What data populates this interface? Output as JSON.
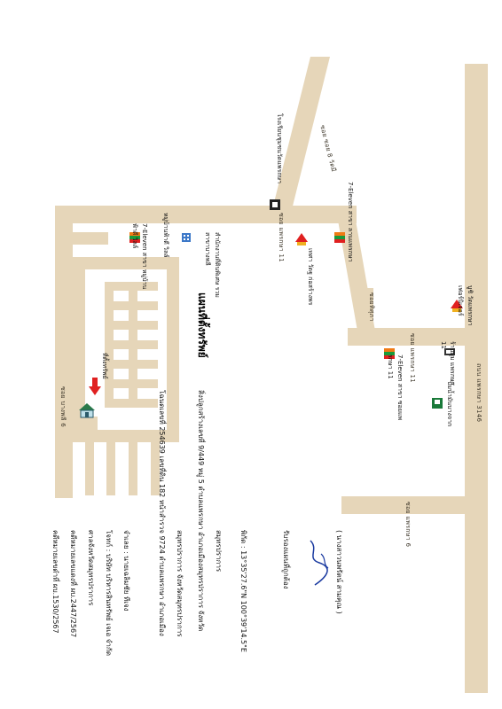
{
  "title": "แผนที่ตั้งทรัพย์",
  "case_info": {
    "case1": "คดีหมายเลขดำที่ ผบ.1530/2567",
    "case2": "คดีหมายเลขแดงที่ ผบ.2447/2567",
    "court": "ศาลจังหวัดสมุทรปราการ",
    "plaintiff": "โจทก์ : บริษัท บริหารสินทรัพย์ เจเอ จำกัด",
    "defendant": "จำเลย : นายเฉลิมชัย ทีเจง"
  },
  "deed": {
    "line1": "โฉนดเลขที่ 254639 เลขที่ดิน 182 หน้าสำรวจ 9724 ตำบลแพรกษา อำเภอเมือง",
    "line2": "สมุทรปราการ จังหวัดสมุทรปราการ",
    "line3": "สิ่งปลูกสร้างเลขที่ 9/449 หมู่ 5 ตำบลแพรกษา อำเภอเมืองสมุทรปราการ จังหวัด",
    "line4": "สมุทรปราการ",
    "coords": "พิกัด : 13°35'27.6\"N 100°39'14.5\"E"
  },
  "certify": {
    "text": "รับรองแผนที่ถูกต้อง",
    "name": "( นางสาวนพรัตน์ สามคุณ )"
  },
  "roads": {
    "soi11_top": "ซอย แพรกษา 11",
    "soi11_mid": "ซอย แพรกษา 11",
    "soi6": "ซอย แพรกษา 6",
    "soi8": "ซอย ซอย 8 วัดมี",
    "main_road": "ถนน แพรกษา 3146",
    "moo_village": "ซอย บางพลี 6",
    "soi_tidsupa": "ซอยทิศุภา"
  },
  "landmarks": {
    "property": "ที่ตั้งทรัพย์",
    "school": "โรงเรียนชุมชนวัดแพรกษา",
    "seven_top": "7-Eleven สาขา ลานแพรกษา",
    "wat": "เทศา วัดฐ ก่อสร้างพร",
    "seven_left": "7-Eleven สาขา หมู่บ้านฟ้าดี วิลล์",
    "village": "หมู่บ้านฟ้าดี วิลล์",
    "office": "สำนักงานที่ดินพิเศษ รวมสาขาบางพลี",
    "seven_mid": "7-Eleven สาขา ซอยแพรกษา 11",
    "shop": "ร้านมุม แพรกษา 11",
    "gas": "ปั๊มน้ำมันบางจาก",
    "bank": "บูชิ วัดแพรกษา เฟอร์นิเจอร์"
  },
  "colors": {
    "road": "#e6d6b9",
    "pin": "#e02020",
    "seven_orange": "#f07a14",
    "seven_green": "#1a9a3a"
  }
}
